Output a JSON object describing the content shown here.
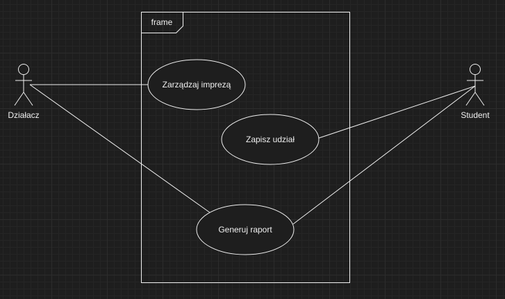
{
  "frame": {
    "label": "frame"
  },
  "actors": [
    {
      "id": "dzialacz",
      "label": "Działacz"
    },
    {
      "id": "student",
      "label": "Student"
    }
  ],
  "use_cases": [
    {
      "id": "zarzadzaj",
      "label": "Zarządzaj imprezą"
    },
    {
      "id": "zapisz",
      "label": "Zapisz udział"
    },
    {
      "id": "generuj",
      "label": "Generuj raport"
    }
  ],
  "associations": [
    {
      "from": "dzialacz",
      "to": "zarzadzaj"
    },
    {
      "from": "dzialacz",
      "to": "generuj"
    },
    {
      "from": "student",
      "to": "zapisz"
    },
    {
      "from": "student",
      "to": "generuj"
    }
  ],
  "colors": {
    "background": "#1e1e1e",
    "stroke": "#f0f0f0",
    "text": "#f0f0f0"
  }
}
